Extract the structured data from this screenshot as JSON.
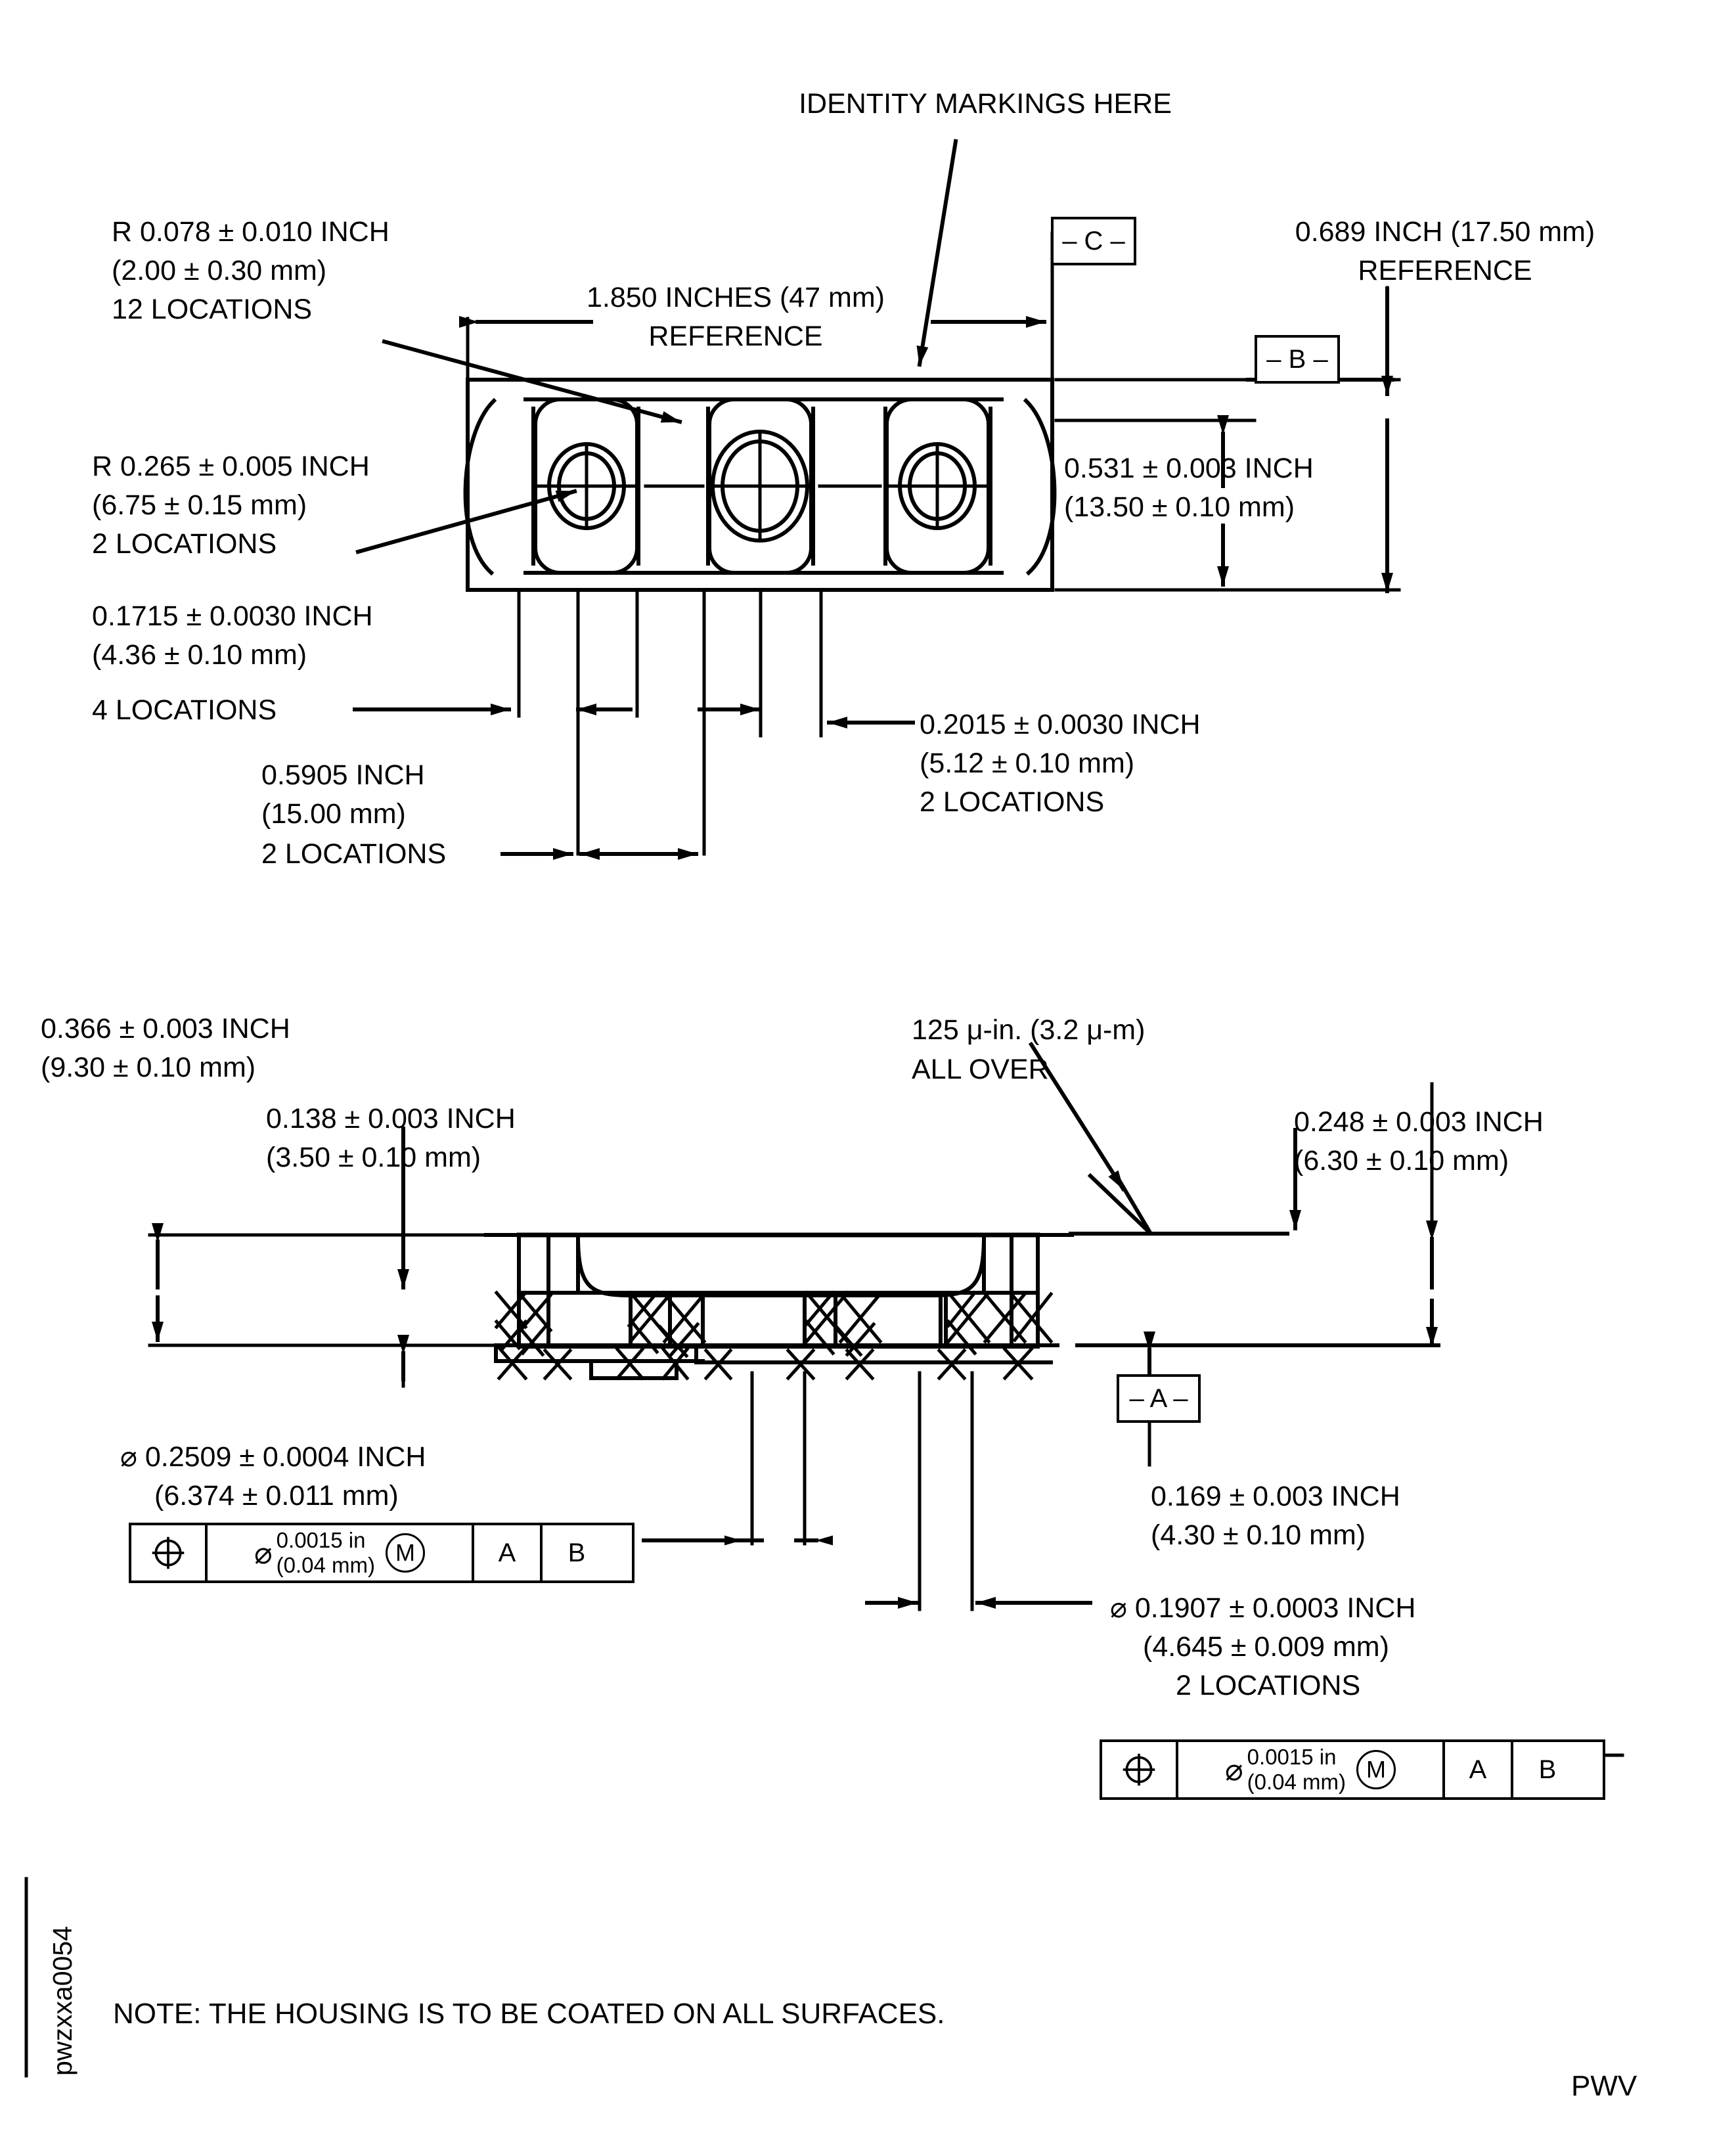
{
  "drawing": {
    "id_label": "pwzxxa0054",
    "corner_label": "PWV",
    "note": "NOTE: THE HOUSING IS TO BE COATED ON ALL SURFACES."
  },
  "top_view": {
    "identity_marking": "IDENTITY MARKINGS HERE",
    "callout_r078": {
      "line1": "R 0.078 ± 0.010 INCH",
      "line2": "(2.00 ± 0.30 mm)",
      "line3": "12 LOCATIONS"
    },
    "callout_r265": {
      "line1": "R 0.265 ± 0.005 INCH",
      "line2": "(6.75 ± 0.15 mm)",
      "line3": "2 LOCATIONS"
    },
    "callout_1715": {
      "line1": "0.1715 ± 0.0030 INCH",
      "line2": "(4.36 ± 0.10 mm)",
      "line3": "4 LOCATIONS"
    },
    "callout_5905": {
      "line1": "0.5905 INCH",
      "line2": "(15.00 mm)",
      "line3": "2 LOCATIONS"
    },
    "callout_2015": {
      "line1": "0.2015 ± 0.0030 INCH",
      "line2": "(5.12 ± 0.10 mm)",
      "line3": "2 LOCATIONS"
    },
    "dim_length": {
      "line1": "1.850 INCHES (47 mm)",
      "line2": "REFERENCE"
    },
    "dim_height_531": {
      "line1": "0.531 ± 0.003 INCH",
      "line2": "(13.50 ± 0.10 mm)"
    },
    "dim_height_689": {
      "line1": "0.689 INCH (17.50 mm)",
      "line2": "REFERENCE"
    },
    "datum_c": "– C –",
    "datum_b": "– B –"
  },
  "side_view": {
    "dim_366": {
      "line1": "0.366 ± 0.003 INCH",
      "line2": "(9.30 ± 0.10 mm)"
    },
    "dim_138": {
      "line1": "0.138 ± 0.003 INCH",
      "line2": "(3.50 ± 0.10 mm)"
    },
    "surface_finish": {
      "line1": "125 μ-in. (3.2 μ-m)",
      "line2": "ALL OVER"
    },
    "dim_248": {
      "line1": "0.248 ± 0.003 INCH",
      "line2": "(6.30 ± 0.10 mm)"
    },
    "dim_169": {
      "line1": "0.169 ± 0.003 INCH",
      "line2": "(4.30 ± 0.10 mm)"
    },
    "datum_a": "– A –",
    "dia_2509": {
      "line1": "⌀ 0.2509 ± 0.0004 INCH",
      "line2": "(6.374 ± 0.011 mm)"
    },
    "dia_1907": {
      "line1": "⌀ 0.1907 ± 0.0003 INCH",
      "line2": "(4.645 ± 0.009 mm)",
      "line3": "2 LOCATIONS"
    }
  },
  "fcf_left": {
    "symbol": "position-icon",
    "dia_symbol": "⌀",
    "tol_line1": "0.0015 in",
    "tol_line2": "(0.04 mm)",
    "modifier": "M",
    "datum1": "A",
    "datum2": "B"
  },
  "fcf_right": {
    "symbol": "position-icon",
    "dia_symbol": "⌀",
    "tol_line1": "0.0015 in",
    "tol_line2": "(0.04 mm)",
    "modifier": "M",
    "datum1": "A",
    "datum2": "B"
  },
  "colors": {
    "ink": "#000000",
    "paper": "#ffffff"
  }
}
